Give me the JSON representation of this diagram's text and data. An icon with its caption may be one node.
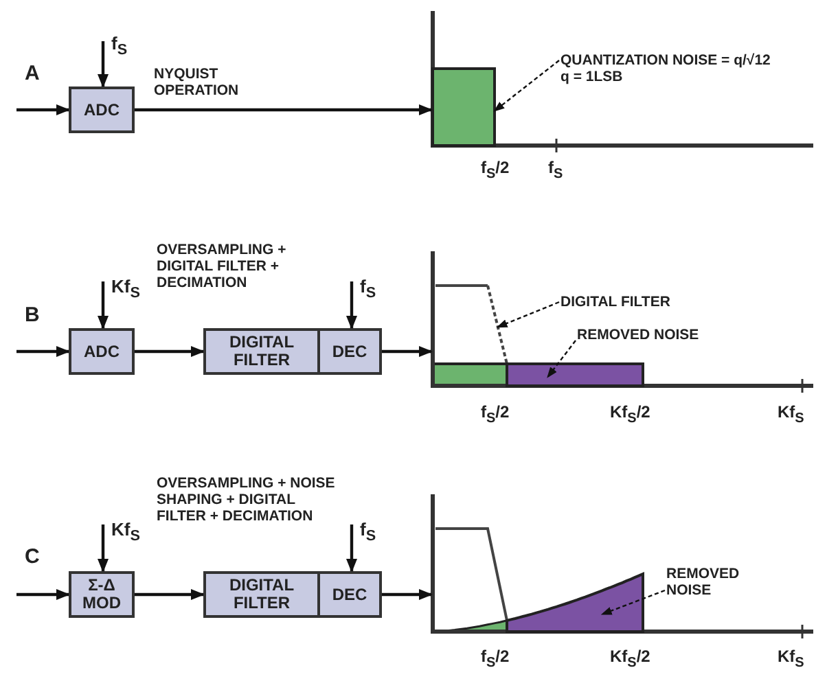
{
  "diagram": {
    "nodes": [
      {
        "text": [
          "ADC"
        ]
      },
      {
        "text": [
          "ADC"
        ]
      },
      {
        "text": [
          "DIGITAL FILTER"
        ]
      },
      {
        "text": [
          "DEC"
        ]
      },
      {
        "text": [
          "Σ-Δ MOD"
        ]
      },
      {
        "text": [
          "DIGITAL FILTER"
        ]
      },
      {
        "text": [
          "DEC"
        ]
      },
      {
        "text": [],
        "shape": "picture"
      },
      {
        "text": [],
        "shape": "picture"
      },
      {
        "text": [],
        "shape": "picture"
      },
      {
        "text": [],
        "shape": "box",
        "in": 7
      },
      {
        "text": [],
        "shape": "line",
        "in": 8
      },
      {
        "text": [],
        "shape": "box",
        "in": 8
      },
      {
        "text": [],
        "shape": "box",
        "in": 9
      },
      {
        "text": [
          "QUANTIZATION NOISE = q/√12",
          "q = 1LSB"
        ],
        "in": 7
      },
      {
        "text": [
          "DIGITAL FILTER"
        ],
        "in": 8
      },
      {
        "text": [
          "REMOVED NOISE"
        ],
        "in": 8
      },
      {
        "text": [
          "REMOVED NOISE"
        ],
        "in": 9
      }
    ],
    "edges": [
      {
        "from": null,
        "to": 0,
        "arrow": "to"
      },
      {
        "from": null,
        "to": 0,
        "arrow": "to",
        "label": "f$_{S}$"
      },
      {
        "from": 0,
        "to": 7,
        "arrow": "to",
        "label": "NYQUIST OPERATION"
      },
      {
        "from": null,
        "to": 1,
        "arrow": "to"
      },
      {
        "from": null,
        "to": 1,
        "arrow": "to",
        "label": "Kf$_{S}$"
      },
      {
        "from": 1,
        "to": 2,
        "arrow": "to"
      },
      {
        "from": null,
        "to": 3,
        "arrow": "to",
        "label": "f$_{S}$"
      },
      {
        "from": 3,
        "to": 8,
        "arrow": "to"
      },
      {
        "from": null,
        "to": 4,
        "arrow": "to"
      },
      {
        "from": null,
        "to": 4,
        "arrow": "to",
        "label": "Kf$_{S}$"
      },
      {
        "from": 4,
        "to": 5,
        "arrow": "to"
      },
      {
        "from": null,
        "to": 6,
        "arrow": "to",
        "label": "f$_{S}$"
      },
      {
        "from": 6,
        "to": 9,
        "arrow": "to"
      },
      {
        "from": 14,
        "to": 10,
        "arrow": "to",
        "style": "dashed"
      },
      {
        "from": 15,
        "to": 11,
        "arrow": "to",
        "style": "dashed"
      },
      {
        "from": 16,
        "to": 12,
        "arrow": "to",
        "style": "dashed"
      },
      {
        "from": 17,
        "to": 13,
        "arrow": "to",
        "style": "dashed"
      }
    ],
    "labels": [
      "A",
      "f$_{S}$/2",
      "f$_{S}$",
      "OVERSAMPLING + DIGITAL FILTER + DECIMATION",
      "B",
      "f$_{S}$/2",
      "Kf$_{S}$/2",
      "Kf$_{S}$",
      "OVERSAMPLING + NOISE SHAPING + DIGITAL FILTER + DECIMATION",
      "C",
      "f$_{S}$/2",
      "Kf$_{S}$/2",
      "Kf$_{S}$"
    ]
  }
}
